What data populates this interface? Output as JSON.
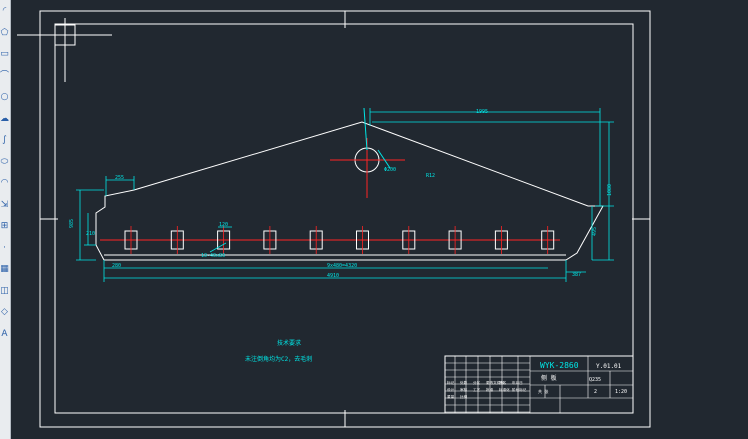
{
  "toolbar": {
    "tools": [
      {
        "icon": "arc-icon",
        "glyph": "◜"
      },
      {
        "icon": "polygon-icon",
        "glyph": "⬠"
      },
      {
        "icon": "rectangle-icon",
        "glyph": "▭"
      },
      {
        "icon": "arc-tool-icon",
        "glyph": "⌒"
      },
      {
        "icon": "circle-icon",
        "glyph": "○"
      },
      {
        "icon": "revision-cloud-icon",
        "glyph": "☁"
      },
      {
        "icon": "spline-icon",
        "glyph": "∫"
      },
      {
        "icon": "ellipse-icon",
        "glyph": "⬭"
      },
      {
        "icon": "ellipse-arc-icon",
        "glyph": "◠"
      },
      {
        "icon": "insert-block-icon",
        "glyph": "⇲"
      },
      {
        "icon": "make-block-icon",
        "glyph": "⊞"
      },
      {
        "icon": "point-icon",
        "glyph": "·"
      },
      {
        "icon": "hatch-icon",
        "glyph": "▦"
      },
      {
        "icon": "gradient-icon",
        "glyph": "◫"
      },
      {
        "icon": "region-icon",
        "glyph": "◇"
      },
      {
        "icon": "text-icon",
        "glyph": "A"
      }
    ]
  },
  "colors": {
    "background": "#212830",
    "frame": "#ffffff",
    "dimension": "#00e5e5",
    "centerline": "#ff2424",
    "text": "#00e5e5"
  },
  "drawing": {
    "dim_top_width": "1995",
    "dim_top_left": "255",
    "dim_left_height": "985",
    "dim_left_small": "210",
    "dim_right_height": "1080",
    "dim_right_inner": "495",
    "dim_slot_pitch": "9x480=4320",
    "dim_overall_length": "4910",
    "dim_left_offset": "280",
    "dim_right_offset": "387",
    "dim_slot_width": "120",
    "dim_slot_note": "10-40x80",
    "dim_hole_dia": "Φ200",
    "label_r": "R12",
    "note_title": "技术要求",
    "note_body": "未注倒角均为C2，去毛刺"
  },
  "title_block": {
    "drawing_name": "WYK-2860",
    "drawing_no": "Y.01.01",
    "part_name": "侧 板",
    "material": "Q235",
    "qty": "2",
    "scale": "1:20",
    "sheet": "共 张",
    "grid_labels": [
      "标记",
      "处数",
      "分区",
      "更改文件号",
      "签名",
      "年月日",
      "设计",
      "审核",
      "工艺",
      "批准",
      "标准化",
      "阶段标记",
      "重量",
      "比例"
    ]
  }
}
